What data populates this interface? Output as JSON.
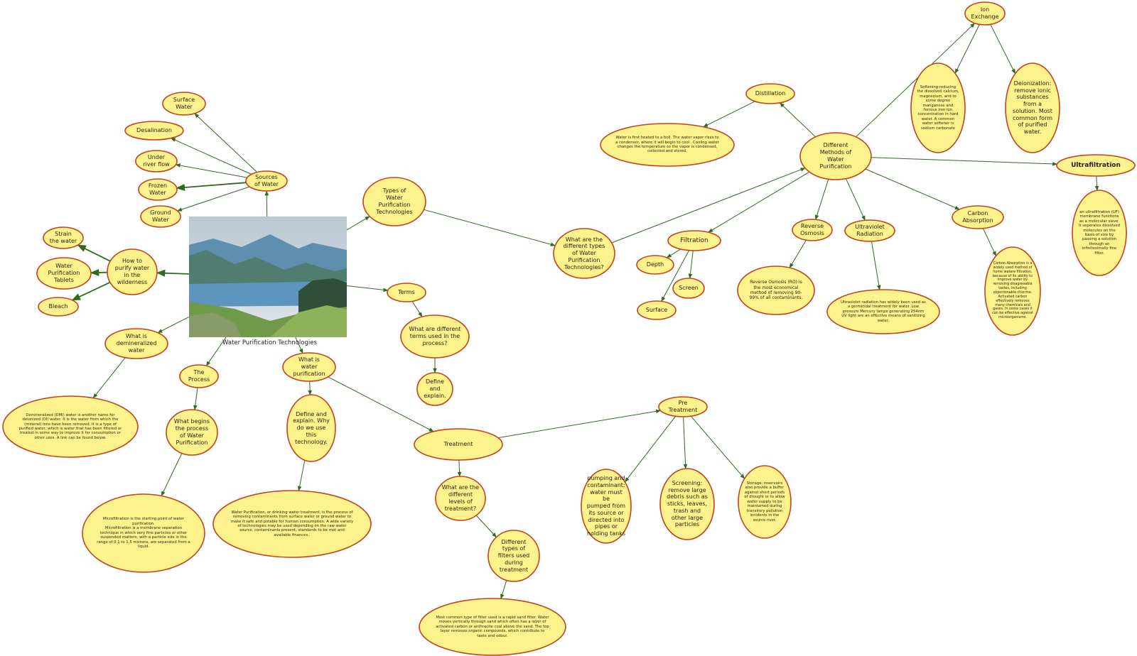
{
  "central_topic": {
    "caption": "Water Purification Technologies",
    "image_icon": "landscape-lake-mountains-image"
  },
  "nodes": {
    "sources": "Sources\nof Water",
    "surface_water": "Surface\nWater",
    "desalination": "Desalination",
    "under_river_flow": "Under\nriver flow",
    "frozen_water": "Frozen\nWater",
    "ground_water": "Ground\nWater",
    "how_purify": "How to\npurify water\nin the\nwilderness",
    "strain": "Strain\nthe water",
    "tablets": "Water\nPurification\nTablets",
    "bleach": "Bleach",
    "what_demin": "What is\ndemineralized\nwater",
    "demin_desc": "Demineralized (DMI) water is another name for deionized (DI) water. It is the water from which the (mineral) ions have been removed. It is a type of purified water, which is water that has been filtered or treated in some way to improve it for consumption or other uses. A link can be found below.",
    "the_process": "The\nProcess",
    "what_begins": "What begins\nthe process\nof Water\nPurification",
    "microfiltration": "Microfiltration is the starting point of water purification.\nMicrofiltration is a membrane separation technique in which very fine particles or other suspended matters, with a particle size in the range of 0.1 to 1.5 microns, are separated from a liquid.",
    "what_is_wp": "What is\nwater\npurification",
    "define_explain_why": "Define and\nexplain. Why\ndo we use\nthis\ntechnology.",
    "wp_desc": "Water Purification, or drinking water treatment, is the process of removing contaminants from surface water or ground water to make it safe and potable for human consumption. A wide variety of technologies may be used depending on the raw water source, contaminants present, standards to be met and available finances..",
    "types": "Types of\nWater\nPurification\nTechnologies",
    "what_types": "What are the\ndifferent types\nof Water\nPurification\nTechnologies?",
    "terms": "Terms",
    "what_terms": "What are different\nterms used in the\nprocess?",
    "define_explain": "Define\nand\nexplain.",
    "treatment": "Treatment",
    "what_levels": "What are the\ndifferent\nlevels of\ntreatment?",
    "filters": "Different\ntypes of\nfilters used\nduring\ntreatment",
    "filters_desc": "Most common type of filter used is a rapid sand filter. Water moves vertically through sand which often has a layer of activated carbon or anthracite coal above the sand. The top layer removes organic compounds, which contribute to taste and odour.",
    "pre_treatment": "Pre\nTreatment",
    "pumping": "pumping and\ncontaminant:\nwater must be\npumped from\nits source or\ndirected into\npipes or\nholding tanks",
    "screening": "Screening:\nremove large\ndebris such as\nsticks, leaves,\ntrash and\nother large\nparticles",
    "storage": "Storage: reservoirs also provide a buffer against short periods of drought or to allow water supply to be maintained during transitory pollution incidents in the source river.",
    "methods": "Different\nMethods of\nWater\nPurification",
    "distillation": "Distillation",
    "distill_desc": "Water is first heated to a boil. The water vapor rises to a condenser, where it will begin to cool . Cooling water changes the temperature so the vapor is condensed, collected and stored.",
    "ion_exchange": "Ion\nExchange",
    "softening": "Softening:reducing the dissolved calcium, magnesium, and to some degree manganese and ferrous iron ion concentration in hard water. A common water softener is sodium carbonate",
    "deionization": "Deionization:\nremove ionic\nsubstances\nfrom a\nsolution. Most\ncommon form\nof purified\nwater.",
    "ultrafiltration": "Ultrafiltration",
    "uf_desc": "an ultrafiltration (UF) membrane functions as a molecular sieve. It seperates dissolved molecules on the basis of size by passing a solution through an infinitesimally fine filter.",
    "filtration": "Filtration",
    "depth": "Depth",
    "screen": "Screen",
    "surface": "Surface",
    "ro": "Reverse\nOsmosis",
    "ro_desc": "Reverse Osmosis (RO) is the most economical method of removing 90-99% of all contaminants.",
    "uv": "Ultraviolet\nRadiation",
    "uv_desc": "Ultraviolet radiation has widely been used as a germicidal treatment for water. Low pressure Mercury lamps generating 254nm UV light are an effective means of sanitizing water.",
    "carbon": "Carbon\nAbsorption",
    "carbon_desc": "Carbon Absorption is a widely used method of home watere filtration, because of its ability to improve water by removing disagreeable tastes, including objectionable chlorine. Activated carbon effectively removes many chemicals and gases. In some cases it can be effective against microorganisms."
  },
  "colors": {
    "node_fill": "#fdf28c",
    "node_stroke": "#c1441a",
    "connector": "#2e6b1f",
    "text": "#2a1c10"
  }
}
